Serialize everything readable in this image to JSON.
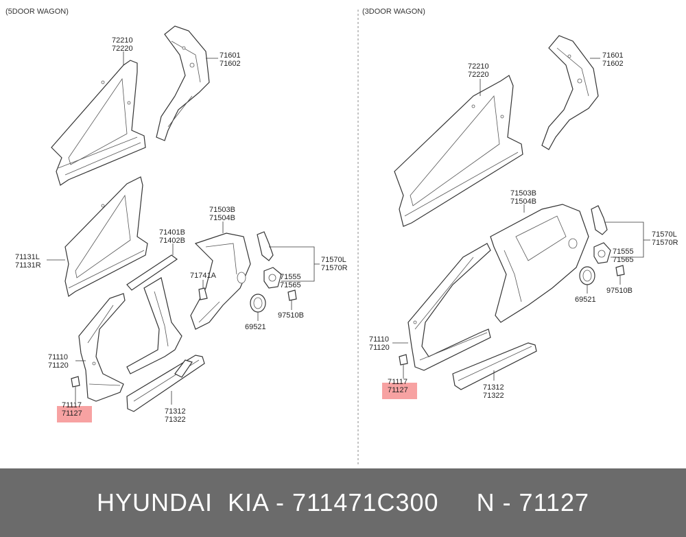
{
  "left_panel": {
    "title": "(5DOOR WAGON)",
    "labels": {
      "p72210": "72210",
      "p72220": "72220",
      "p71601": "71601",
      "p71602": "71602",
      "p71131l": "71131L",
      "p71131r": "71131R",
      "p71401b": "71401B",
      "p71402b": "71402B",
      "p71503b": "71503B",
      "p71504b": "71504B",
      "p71741a": "71741A",
      "p71555": "71555",
      "p71565": "71565",
      "p71570l": "71570L",
      "p71570r": "71570R",
      "p69521": "69521",
      "p97510b": "97510B",
      "p71110": "71110",
      "p71120": "71120",
      "p71117": "71117",
      "p71127": "71127",
      "p71312": "71312",
      "p71322": "71322"
    }
  },
  "right_panel": {
    "title": "(3DOOR WAGON)",
    "labels": {
      "p72210": "72210",
      "p72220": "72220",
      "p71601": "71601",
      "p71602": "71602",
      "p71503b": "71503B",
      "p71504b": "71504B",
      "p71570l": "71570L",
      "p71570r": "71570R",
      "p71555": "71555",
      "p71565": "71565",
      "p69521": "69521",
      "p97510b": "97510B",
      "p71110": "71110",
      "p71120": "71120",
      "p71117": "71117",
      "p71127": "71127",
      "p71312": "71312",
      "p71322": "71322"
    }
  },
  "highlight_color": "#f47a7a",
  "footer": {
    "text": "HYUNDAI  KIA - 711471C300     N - 71127"
  }
}
